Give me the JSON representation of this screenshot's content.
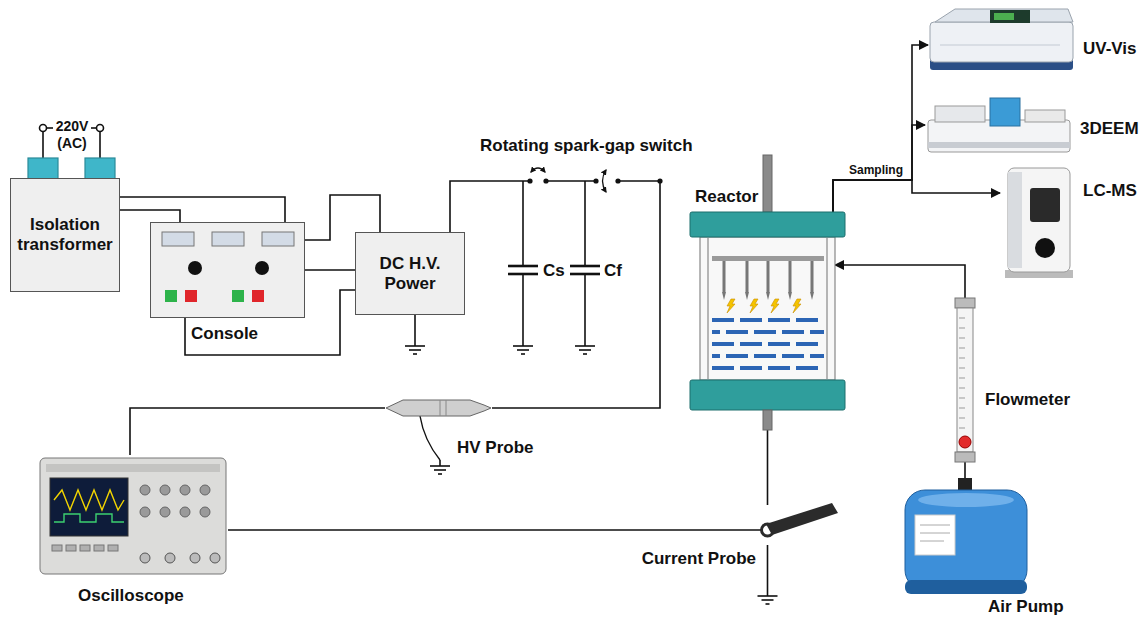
{
  "diagram": {
    "nodes": [
      {
        "text": [
          "Isolation transformer"
        ]
      },
      {
        "text": [
          "Console"
        ]
      },
      {
        "text": [
          "DC H.V. Power"
        ]
      },
      {
        "text": [
          "Reactor"
        ]
      },
      {
        "text": [
          "UV-Vis"
        ]
      },
      {
        "text": [
          "3DEEM"
        ]
      },
      {
        "text": [
          "LC-MS"
        ]
      },
      {
        "text": [
          "Flowmeter"
        ]
      },
      {
        "text": [
          "HV Probe"
        ]
      },
      {
        "text": [
          "Air Pump"
        ]
      },
      {
        "text": [
          "Current Probe"
        ]
      },
      {
        "text": [
          "Oscilloscope"
        ]
      }
    ],
    "edges": [
      {
        "from": 0,
        "to": 1,
        "arrow": "none"
      },
      {
        "from": 1,
        "to": 2,
        "arrow": "none"
      },
      {
        "from": 2,
        "to": 8,
        "arrow": "none"
      },
      {
        "from": 3,
        "to": 4,
        "arrow": "to"
      },
      {
        "from": 3,
        "to": 5,
        "arrow": "to"
      },
      {
        "from": 3,
        "to": 6,
        "arrow": "to"
      },
      {
        "from": 9,
        "to": 7,
        "arrow": "none"
      },
      {
        "from": 7,
        "to": 3,
        "arrow": "to"
      },
      {
        "from": 11,
        "to": 8,
        "arrow": "none"
      },
      {
        "from": 3,
        "to": 10,
        "arrow": "none"
      },
      {
        "from": 11,
        "to": 10,
        "arrow": "none"
      }
    ],
    "labels": [
      "220V (AC)",
      "Rotating spark-gap switch",
      "Cs",
      "Cf",
      "Sampling"
    ]
  }
}
